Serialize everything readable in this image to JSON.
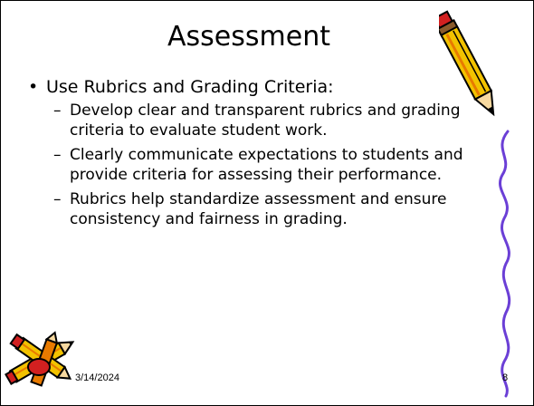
{
  "slide": {
    "title": "Assessment",
    "bullet": {
      "mark": "•",
      "text": "Use Rubrics and Grading Criteria:",
      "subs": [
        {
          "dash": "–",
          "text": "Develop clear and transparent rubrics and grading criteria to evaluate student work."
        },
        {
          "dash": "–",
          "text": "Clearly communicate expectations to students and provide criteria for assessing their performance."
        },
        {
          "dash": "–",
          "text": "Rubrics help standardize assessment and ensure consistency and fairness in grading."
        }
      ]
    },
    "footer": {
      "date": "3/14/2024",
      "page_number": "8"
    }
  },
  "colors": {
    "pencil_yellow": "#f2c200",
    "pencil_orange": "#e87a00",
    "eraser_red": "#d22020",
    "squiggle_purple": "#6b3fd6"
  },
  "icons": [
    "pencil-icon",
    "pencils-bundle-icon",
    "squiggle-line"
  ]
}
